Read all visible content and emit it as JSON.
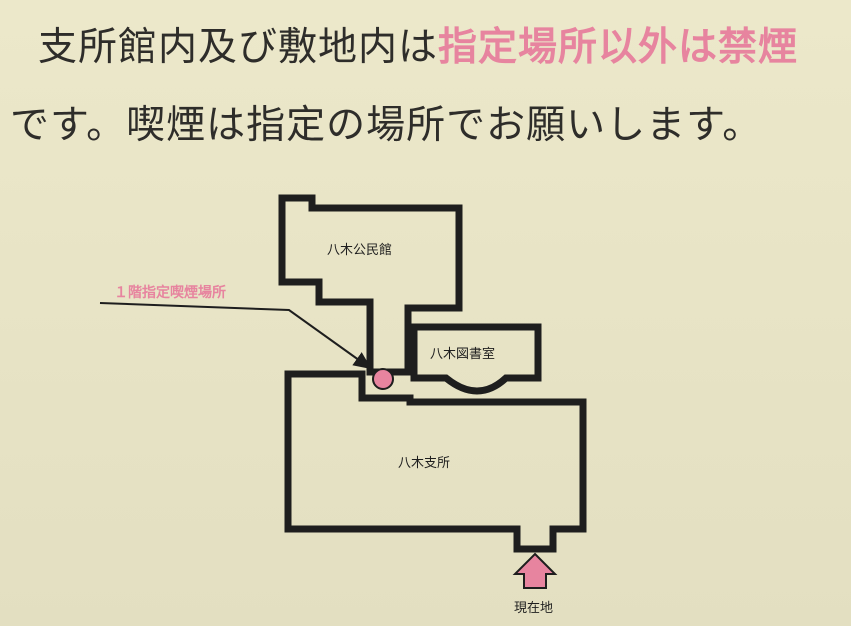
{
  "notice": {
    "line1_prefix": "支所館内及び敷地内は",
    "line1_emphasis": "指定場所以外は禁煙",
    "line2": "です。喫煙は指定の場所でお願いします。"
  },
  "map": {
    "buildings": [
      {
        "id": "kominkan",
        "label": "八木公民館"
      },
      {
        "id": "toshoshitsu",
        "label": "八木図書室"
      },
      {
        "id": "shisho",
        "label": "八木支所"
      }
    ],
    "smoking_area_label": "１階指定喫煙場所",
    "current_location_label": "現在地"
  },
  "colors": {
    "background": "#e9e5c8",
    "text": "#2e2d2a",
    "accent_pink": "#e7849f",
    "outline": "#1e1e1e"
  }
}
